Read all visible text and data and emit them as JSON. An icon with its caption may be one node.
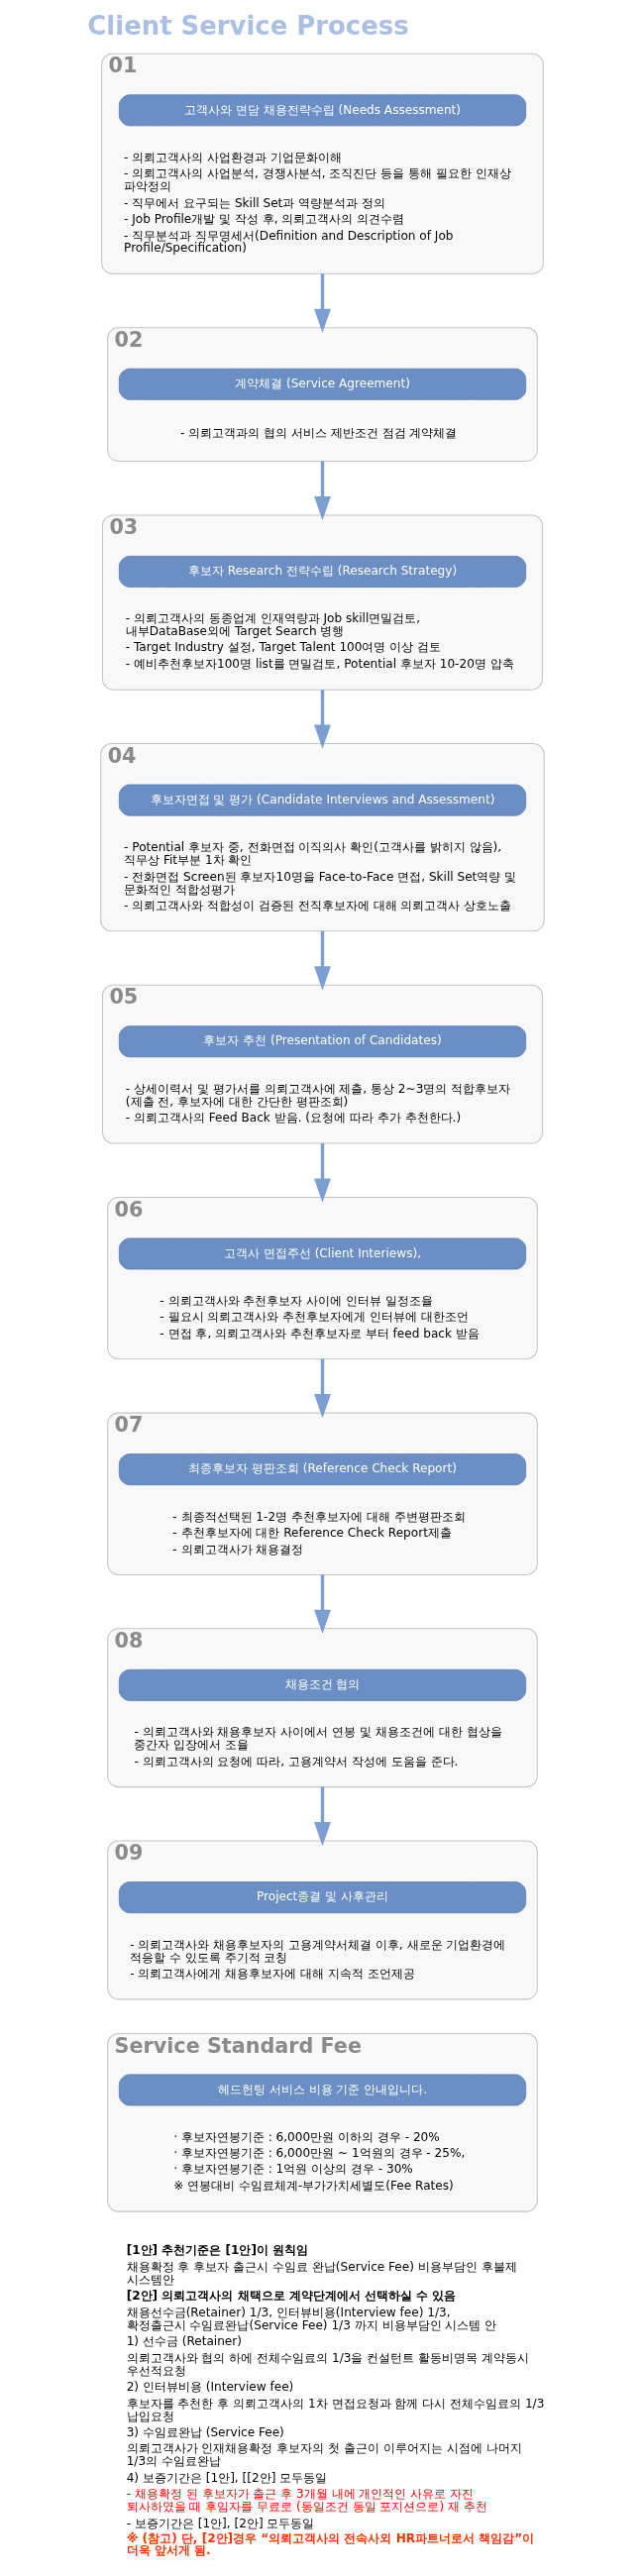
{
  "diagram": {
    "title": "Client Service Process",
    "nodes": [
      {
        "text": [
          "01",
          "- 의뢰고객사의 사업환경과 기업문화이해",
          "- 의뢰고객사의 사업분석, 경쟁사분석, 조직진단 등을 통해 필요한 인재상 파악정의",
          "- 직무에서 요구되는 Skill Set과 역량분석과 정의",
          "- Job Profile개발 및 작성 후, 의뢰고객사의 의견수렴",
          "- 직무분석과 직무명세서(Definition and Description of Job Profile/Specification)"
        ]
      },
      {
        "text": [
          "고객사와 면담 채용전략수립 (Needs Assessment)"
        ],
        "in": 0
      },
      {
        "text": [
          "02",
          "- 의뢰고객과의 협의 서비스 제반조건 점검 계약체결"
        ]
      },
      {
        "text": [
          "계약체결 (Service Agreement)"
        ],
        "in": 2
      },
      {
        "text": [
          "03",
          "- 의뢰고객사의 동종업계 인재역량과 Job skill면밀검토, 내부DataBase외에 Target Search 병행",
          "- Target Industry 설정, Target Talent 100여명 이상 검토",
          "- 예비추천후보자100명 list를 면밀검토, Potential 후보자 10-20명 압축"
        ]
      },
      {
        "text": [
          "후보자 Research 전략수립 (Research Strategy)"
        ],
        "in": 4
      },
      {
        "text": [
          "04",
          "- Potential 후보자 중, 전화면접 이직의사 확인(고객사를 밝히지 않음), 직무상 Fit부분 1차 확인",
          "- 전화면접 Screen된 후보자10명을 Face-to-Face 면접, Skill Set역량 및 문화적인 적합성평가",
          "- 의뢰고객사와 적합성이 검증된 전직후보자에 대해 의뢰고객사 상호노출"
        ]
      },
      {
        "text": [
          "후보자면접 및 평가 (Candidate Interviews and Assessment)"
        ],
        "in": 6
      },
      {
        "text": [
          "05",
          "- 상세이력서 및 평가서를 의뢰고객사에 제출, 통상 2~3명의 적합후보자 (제출 전, 후보자에 대한 간단한 평판조회)",
          "- 의뢰고객사의 Feed Back 받음. (요청에 따라 추가 추천한다.)"
        ]
      },
      {
        "text": [
          "후보자 추천 (Presentation of Candidates)"
        ],
        "in": 8
      },
      {
        "text": [
          "06",
          "- 의뢰고객사와 추천후보자 사이에 인터뷰 일정조율",
          "- 필요시 의뢰고객사와 추천후보자에게 인터뷰에 대한조언",
          "- 면접 후, 의뢰고객사와 추천후보자로 부터 feed back 받음"
        ]
      },
      {
        "text": [
          "고객사 면접주선 (Client Interiews),"
        ],
        "in": 10
      },
      {
        "text": [
          "07",
          "- 최종적선택된 1-2명 추천후보자에 대해 주변평판조회",
          "- 추천후보자에 대한 Reference Check Report제출",
          "- 의뢰고객사가 채용결정"
        ]
      },
      {
        "text": [
          "최종후보자 평판조회 (Reference Check Report)"
        ],
        "in": 12
      },
      {
        "text": [
          "08",
          "- 의뢰고객사와 채용후보자 사이에서 연봉 및 채용조건에 대한 협상을 중간자 입장에서 조율",
          "- 의뢰고객사의 요청에 따라, 고용계약서 작성에 도움을 준다."
        ]
      },
      {
        "text": [
          "채용조건 협의"
        ],
        "in": 14
      },
      {
        "text": [
          "09",
          "- 의뢰고객사와 채용후보자의 고용계약서체결 이후, 새로운 기업환경에 적응할 수 있도록 주기적 코칭",
          "- 의뢰고객사에게 채용후보자에 대해 지속적 조언제공"
        ]
      },
      {
        "text": [
          "Project종결 및 사후관리"
        ],
        "in": 16
      },
      {
        "text": [
          "Service Standard Fee",
          "· 후보자연봉기준 : 6,000만원 이하의 경우 - 20%",
          "· 후보자연봉기준 : 6,000만원 ~ 1억원의 경우 - 25%,",
          "· 후보자연봉기준 : 1억원 이상의 경우 - 30%",
          "※ 연봉대비 수임료체계-부가가치세별도(Fee Rates)"
        ]
      },
      {
        "text": [
          "헤드헌팅 서비스 비용 기준 안내입니다."
        ],
        "in": 18
      }
    ],
    "edges": [
      {
        "from": 0,
        "to": 2,
        "arrow": "to"
      },
      {
        "from": 2,
        "to": 4,
        "arrow": "to"
      },
      {
        "from": 4,
        "to": 6,
        "arrow": "to"
      },
      {
        "from": 6,
        "to": 8,
        "arrow": "to"
      },
      {
        "from": 8,
        "to": 10,
        "arrow": "to"
      },
      {
        "from": 10,
        "to": 12,
        "arrow": "to"
      },
      {
        "from": 12,
        "to": 14,
        "arrow": "to"
      },
      {
        "from": 14,
        "to": 16,
        "arrow": "to"
      }
    ],
    "labels": [
      "[1안] 추천기준은 [1안]이 원칙임",
      "채용확정 후 후보자 출근시 수임료 완납(Service Fee) 비용부담인 후불제 시스템안",
      "[2안] 의뢰고객사의 채택으로 계약단계에서 선택하실 수 있음",
      "채용선수금(Retainer) 1/3, 인터뷰비용(Interview fee) 1/3, 확정출근시 수임료완납(Service Fee) 1/3 까지 비용부담인 시스템 안",
      "1) 선수금 (Retainer)",
      "의뢰고객사와 협의 하에 전체수임료의 1/3을 컨설턴트 활동비명목 계약동시 우선적요청",
      "2) 인터뷰비용 (Interview fee)",
      "후보자를 추천한 후 의뢰고객사의 1차 면접요청과 함께 다시 전체수임료의 1/3 납입요청",
      "3) 수임료완납 (Service Fee)",
      "의뢰고객사가 인재채용확정 후보자의 첫 출근이 이루어지는 시점에 나머지 1/3의 수임료완납",
      "4) 보증기간은 [1안], [[2안] 모두동일",
      "- 채용확정 된 후보자가 출근 후 3개월 내에 개인적인 사유로 자진 퇴사하였을 때 후임자를 무료로 (동일조건 동일 포지션으로) 재 추천",
      "- 보증기간은 [1안], [2안] 모두동일",
      "※ (참고) 단, [2안]경우 “의뢰고객사의 전속사외 HR파트너로서 책임감”이 더욱 앞서게 됨."
    ]
  }
}
